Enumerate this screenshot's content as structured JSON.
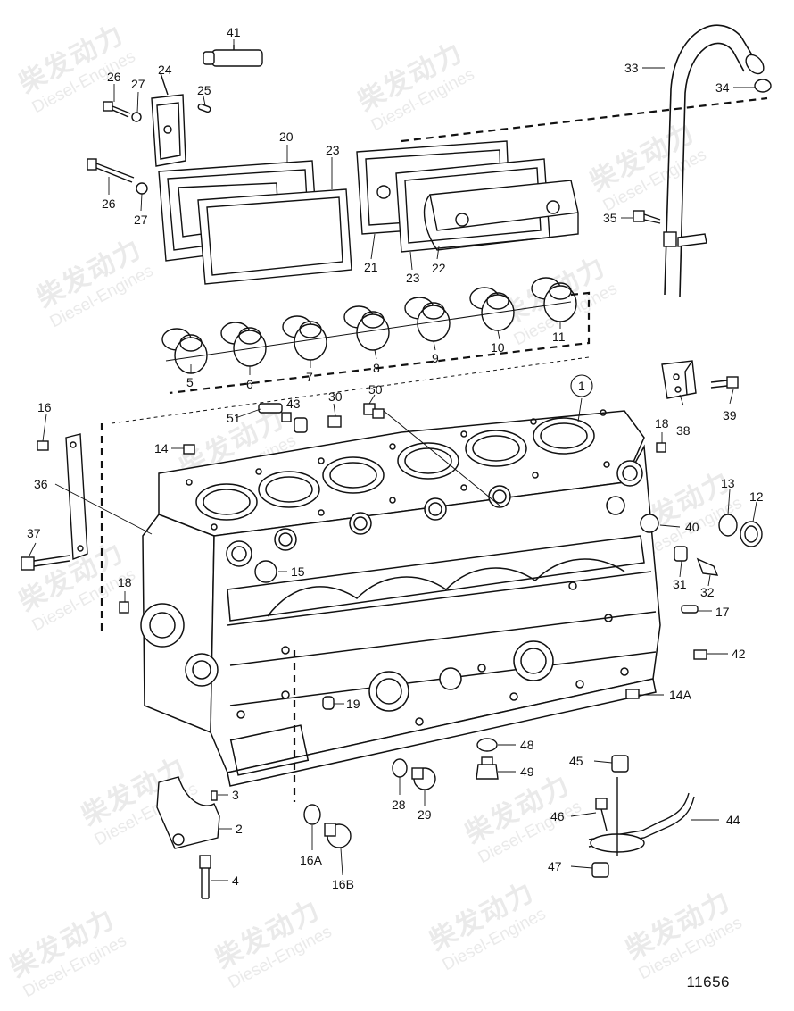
{
  "watermark": {
    "brand_cn": "柴发动力",
    "brand_en": "Diesel-Engines",
    "color": "#d9d9d9"
  },
  "drawing_number": "11656",
  "colors": {
    "line": "#111111",
    "background": "#ffffff"
  },
  "callouts": {
    "c41": "41",
    "c26a": "26",
    "c27a": "27",
    "c24": "24",
    "c25": "25",
    "c20": "20",
    "c23a": "23",
    "c26b": "26",
    "c27b": "27",
    "c21": "21",
    "c23b": "23",
    "c22": "22",
    "c33": "33",
    "c34": "34",
    "c35": "35",
    "c5": "5",
    "c6": "6",
    "c7": "7",
    "c8": "8",
    "c9": "9",
    "c10": "10",
    "c11": "11",
    "c1": "1",
    "c38": "38",
    "c39": "39",
    "c16": "16",
    "c43": "43",
    "c30": "30",
    "c50": "50",
    "c51": "51",
    "c14": "14",
    "c18a": "18",
    "c36": "36",
    "c13": "13",
    "c12": "12",
    "c40": "40",
    "c37": "37",
    "c15": "15",
    "c31": "31",
    "c32": "32",
    "c18b": "18",
    "c17": "17",
    "c42": "42",
    "c19": "19",
    "c14a": "14A",
    "c48": "48",
    "c49": "49",
    "c45": "45",
    "c3": "3",
    "c2": "2",
    "c28": "28",
    "c29": "29",
    "c46": "46",
    "c44": "44",
    "c16a": "16A",
    "c47": "47",
    "c4": "4",
    "c16b": "16B"
  }
}
